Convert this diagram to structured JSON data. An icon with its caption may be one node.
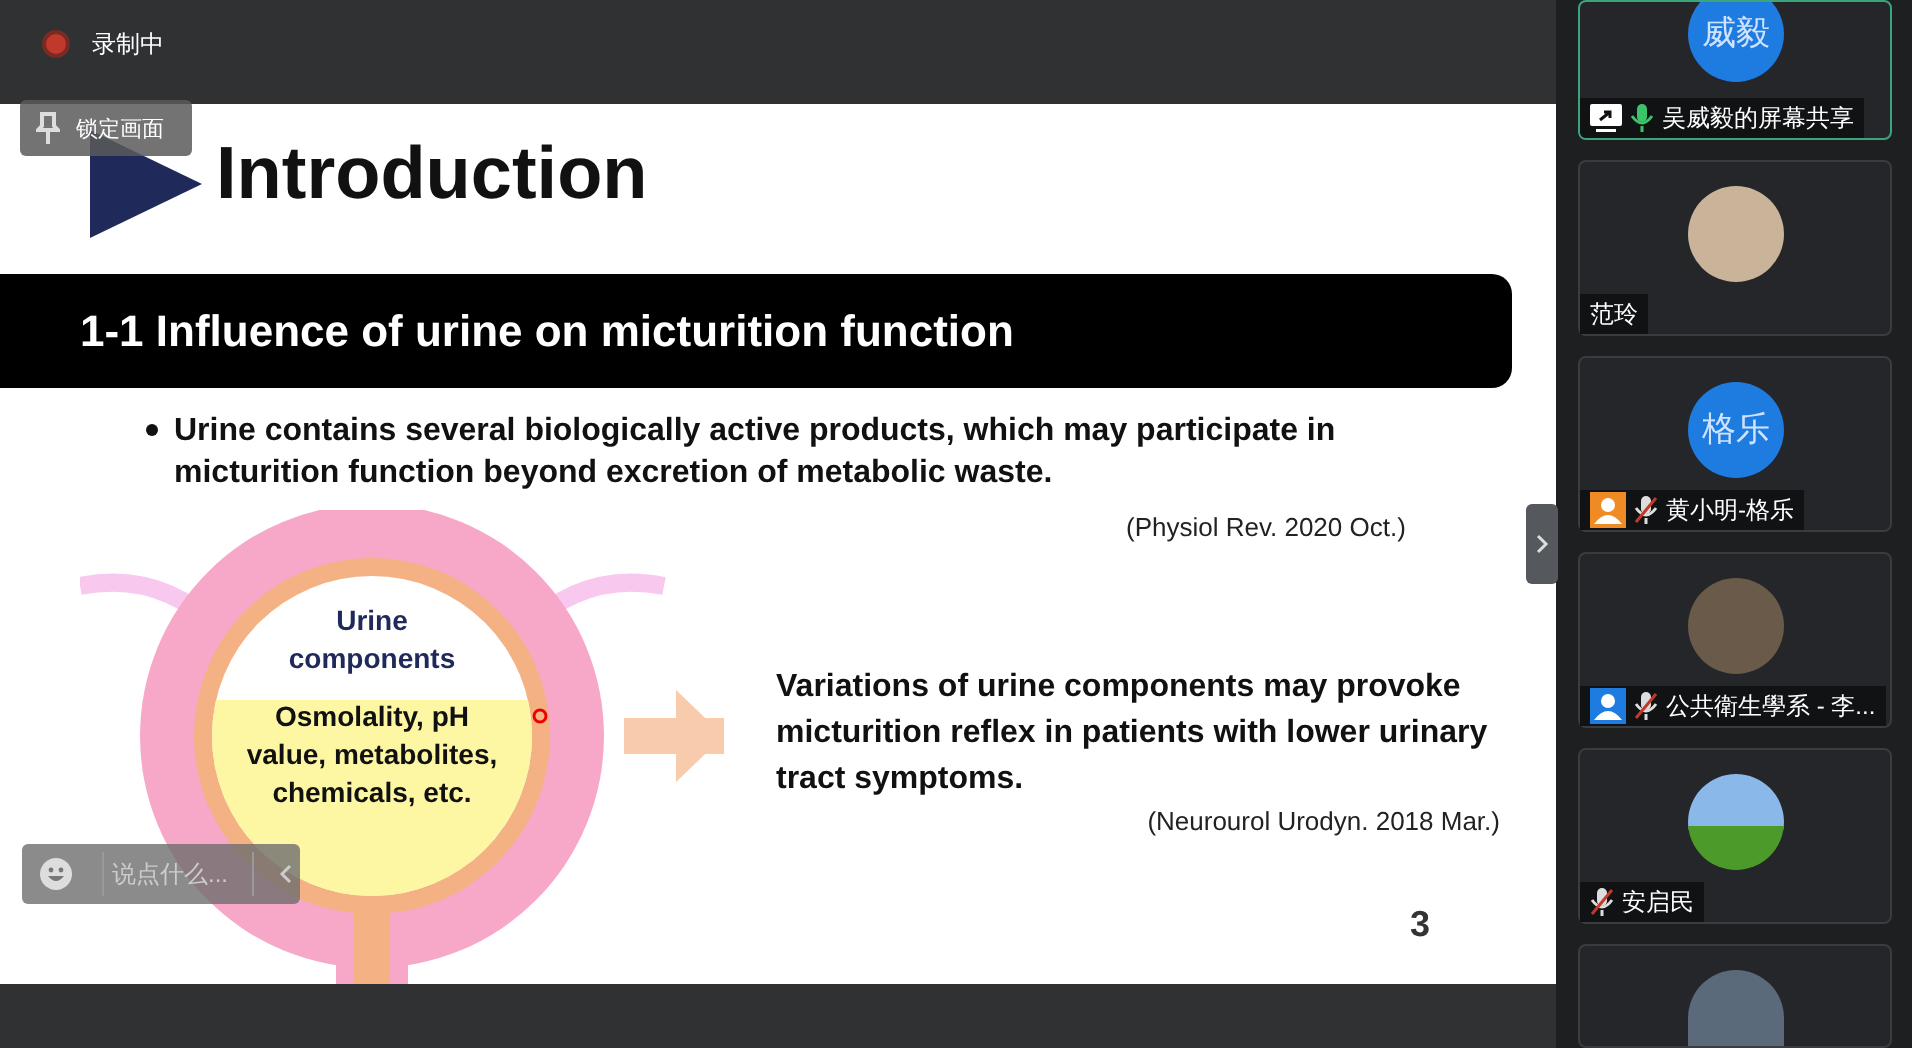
{
  "diagram": {
    "title": "Introduction",
    "nodes": [
      {
        "text": [
          "Urine components",
          "Osmolality, pH value, metabolites, chemicals, etc."
        ]
      },
      {
        "text": [
          "Variations of urine components may provoke micturition reflex in patients with lower urinary tract symptoms."
        ],
        "beside": [
          "(Neurourol Urodyn. 2018 Mar.)"
        ]
      }
    ],
    "edges": [
      {
        "from": 0,
        "to": 1,
        "arrow": "to",
        "color": "#f8cbad"
      }
    ],
    "labels": [
      "录制中",
      "锁定画面",
      "1-1 Influence of urine on micturition function",
      "Urine contains several biologically active products, which may participate in micturition function beyond excretion of metabolic waste.",
      "(Physiol Rev. 2020 Oct.)",
      "3",
      "说点什么...",
      "威毅",
      "吴威毅的屏幕共享",
      "范玲",
      "格乐",
      "黄小明-格乐",
      "公共衛生學系 - 李...",
      "安启民"
    ]
  }
}
